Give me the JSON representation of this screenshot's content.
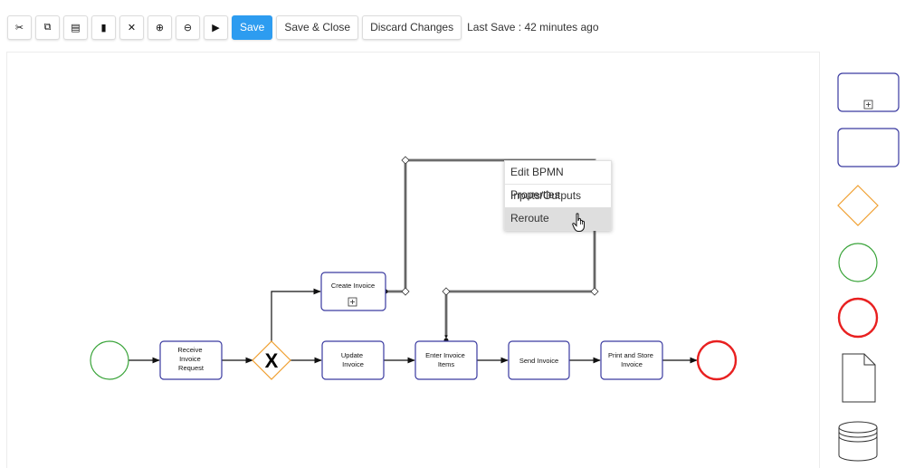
{
  "toolbar": {
    "icons": [
      {
        "name": "cut-icon",
        "glyph": "✂"
      },
      {
        "name": "copy-icon",
        "glyph": "⧉"
      },
      {
        "name": "paste-icon",
        "glyph": "▤"
      },
      {
        "name": "delete-icon",
        "glyph": "▮"
      },
      {
        "name": "fit-to-screen-icon",
        "glyph": "✕"
      },
      {
        "name": "zoom-in-icon",
        "glyph": "⊕"
      },
      {
        "name": "zoom-out-icon",
        "glyph": "⊖"
      },
      {
        "name": "play-icon",
        "glyph": "▶"
      }
    ],
    "save_label": "Save",
    "save_close_label": "Save & Close",
    "discard_label": "Discard Changes",
    "last_save": "Last Save : 42 minutes ago"
  },
  "diagram": {
    "tasks": {
      "receive_invoice": [
        "Receive",
        "Invoice",
        "Request"
      ],
      "create_invoice": "Create Invoice",
      "update_invoice": [
        "Update",
        "Invoice"
      ],
      "enter_invoice_items": [
        "Enter Invoice",
        "Items"
      ],
      "send_invoice": "Send Invoice",
      "print_store_invoice": [
        "Print and Store",
        "Invoice"
      ]
    },
    "gateway_marker": "X"
  },
  "context_menu": {
    "items": [
      "Edit BPMN Properties",
      "Inputs/Outputs",
      "Reroute"
    ]
  },
  "colors": {
    "primary": "#2d9cf0",
    "task_border": "#3a3aa0",
    "start_event": "#3aa43a",
    "end_event": "#e82020",
    "gateway": "#f0a030"
  }
}
